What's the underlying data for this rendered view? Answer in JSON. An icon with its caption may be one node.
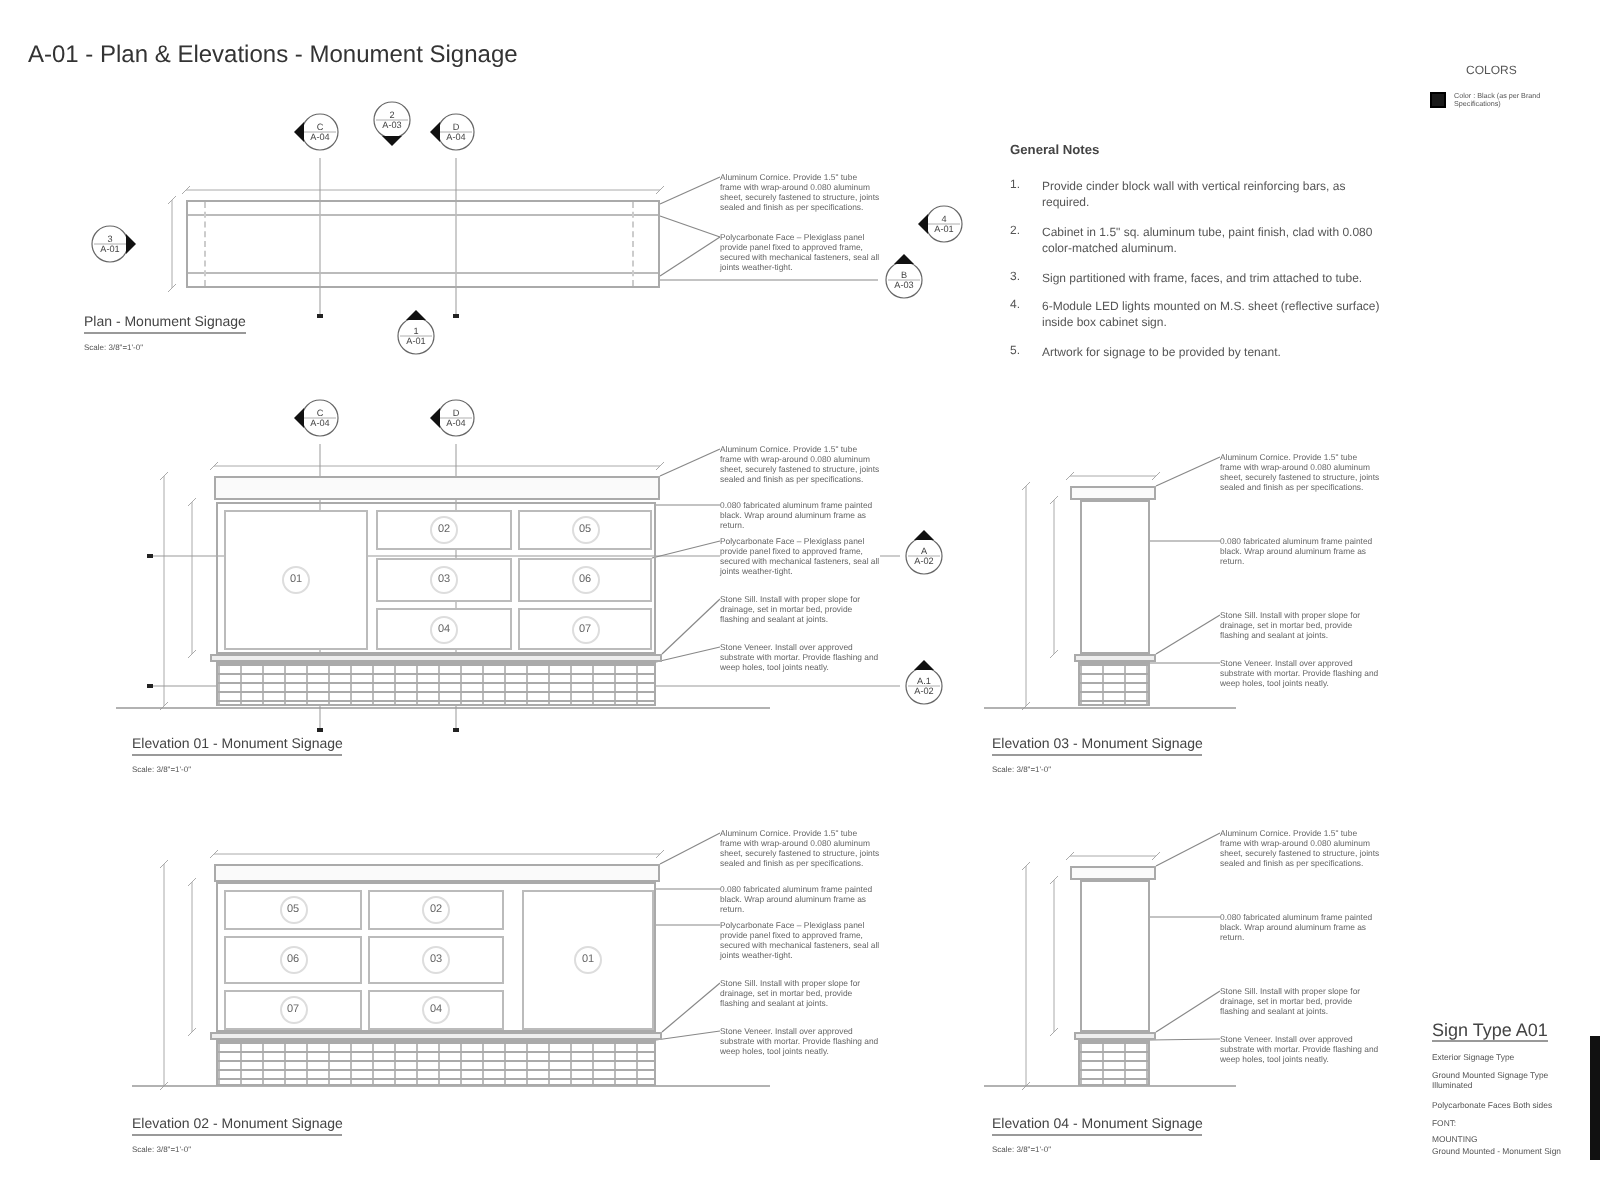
{
  "diagram": {
    "title": "A-01 - Plan & Elevations - Monument Signage",
    "nodes": [
      {
        "text": [],
        "shape": "box"
      },
      {
        "text": [
          "Aluminum Cornice. Provide 1.5\" tube frame with wrap-around 0.080 aluminum sheet, securely fastened to structure, joints sealed and finish as per specifications."
        ]
      },
      {
        "text": [
          "Polycarbonate Face – Plexiglass panel provide panel fixed to approved frame, secured with mechanical fasteners, seal all joints weather-tight."
        ]
      },
      {
        "text": [
          "C",
          "A-04"
        ]
      },
      {
        "text": [
          "2",
          "A-03"
        ]
      },
      {
        "text": [
          "D",
          "A-04"
        ]
      },
      {
        "text": [
          "3",
          "A-01"
        ]
      },
      {
        "text": [
          "4",
          "A-01"
        ]
      },
      {
        "text": [
          "B",
          "A-03"
        ]
      },
      {
        "text": [
          "1",
          "A-01"
        ]
      },
      {
        "text": [],
        "shape": "bar"
      },
      {
        "text": [],
        "shape": "box"
      },
      {
        "text": [
          "01"
        ],
        "in": 11
      },
      {
        "text": [
          "02"
        ],
        "in": 11
      },
      {
        "text": [
          "05"
        ],
        "in": 11
      },
      {
        "text": [
          "03"
        ],
        "in": 11
      },
      {
        "text": [
          "06"
        ],
        "in": 11
      },
      {
        "text": [
          "04"
        ],
        "in": 11
      },
      {
        "text": [
          "07"
        ],
        "in": 11
      },
      {
        "text": [],
        "shape": "bar"
      },
      {
        "text": [],
        "shape": "box"
      },
      {
        "text": [
          "Aluminum Cornice. Provide 1.5\" tube frame with wrap-around 0.080 aluminum sheet, securely fastened to structure, joints sealed and finish as per specifications."
        ]
      },
      {
        "text": [
          "0.080 fabricated aluminum frame painted black. Wrap around aluminum frame as return."
        ]
      },
      {
        "text": [
          "Polycarbonate Face – Plexiglass panel provide panel fixed to approved frame, secured with mechanical fasteners, seal all joints weather-tight."
        ]
      },
      {
        "text": [
          "Stone Sill. Install with proper slope for drainage, set in mortar bed, provide flashing and sealant at joints."
        ]
      },
      {
        "text": [
          "Stone Veneer. Install over approved substrate with mortar. Provide flashing and weep holes, tool joints neatly."
        ]
      },
      {
        "text": [
          "C",
          "A-04"
        ]
      },
      {
        "text": [
          "D",
          "A-04"
        ]
      },
      {
        "text": [
          "A",
          "A-02"
        ]
      },
      {
        "text": [
          "A.1",
          "A-02"
        ]
      },
      {
        "text": [],
        "shape": "bar"
      },
      {
        "text": [],
        "shape": "box"
      },
      {
        "text": [],
        "shape": "bar"
      },
      {
        "text": [],
        "shape": "box"
      },
      {
        "text": [
          "Aluminum Cornice. Provide 1.5\" tube frame with wrap-around 0.080 aluminum sheet, securely fastened to structure, joints sealed and finish as per specifications."
        ]
      },
      {
        "text": [
          "0.080 fabricated aluminum frame painted black. Wrap around aluminum frame as return."
        ]
      },
      {
        "text": [
          "Stone Sill. Install with proper slope for drainage, set in mortar bed, provide flashing and sealant at joints."
        ]
      },
      {
        "text": [
          "Stone Veneer. Install over approved substrate with mortar. Provide flashing and weep holes, tool joints neatly."
        ]
      },
      {
        "text": [],
        "shape": "bar"
      },
      {
        "text": [],
        "shape": "box"
      },
      {
        "text": [
          "05"
        ],
        "in": 39
      },
      {
        "text": [
          "02"
        ],
        "in": 39
      },
      {
        "text": [
          "06"
        ],
        "in": 39
      },
      {
        "text": [
          "03"
        ],
        "in": 39
      },
      {
        "text": [
          "07"
        ],
        "in": 39
      },
      {
        "text": [
          "04"
        ],
        "in": 39
      },
      {
        "text": [
          "01"
        ],
        "in": 39
      },
      {
        "text": [],
        "shape": "bar"
      },
      {
        "text": [],
        "shape": "box"
      },
      {
        "text": [
          "Aluminum Cornice. Provide 1.5\" tube frame with wrap-around 0.080 aluminum sheet, securely fastened to structure, joints sealed and finish as per specifications."
        ]
      },
      {
        "text": [
          "0.080 fabricated aluminum frame painted black. Wrap around aluminum frame as return."
        ]
      },
      {
        "text": [
          "Polycarbonate Face – Plexiglass panel provide panel fixed to approved frame, secured with mechanical fasteners, seal all joints weather-tight."
        ]
      },
      {
        "text": [
          "Stone Sill. Install with proper slope for drainage, set in mortar bed, provide flashing and sealant at joints."
        ]
      },
      {
        "text": [
          "Stone Veneer. Install over approved substrate with mortar. Provide flashing and weep holes, tool joints neatly."
        ]
      },
      {
        "text": [],
        "shape": "bar"
      },
      {
        "text": [],
        "shape": "box"
      },
      {
        "text": [],
        "shape": "bar"
      },
      {
        "text": [],
        "shape": "box"
      },
      {
        "text": [
          "Aluminum Cornice. Provide 1.5\" tube frame with wrap-around 0.080 aluminum sheet, securely fastened to structure, joints sealed and finish as per specifications."
        ]
      },
      {
        "text": [
          "0.080 fabricated aluminum frame painted black. Wrap around aluminum frame as return."
        ]
      },
      {
        "text": [
          "Stone Sill. Install with proper slope for drainage, set in mortar bed, provide flashing and sealant at joints."
        ]
      },
      {
        "text": [
          "Stone Veneer. Install over approved substrate with mortar. Provide flashing and weep holes, tool joints neatly."
        ]
      }
    ],
    "edges": [
      {
        "from": 1,
        "to": 0,
        "arrow": "none"
      },
      {
        "from": 2,
        "to": 0,
        "arrow": "none"
      },
      {
        "from": 2,
        "to": 0,
        "arrow": "none"
      },
      {
        "from": 21,
        "to": 10,
        "arrow": "none"
      },
      {
        "from": 22,
        "to": 11,
        "arrow": "none"
      },
      {
        "from": 23,
        "to": 16,
        "arrow": "none"
      },
      {
        "from": 24,
        "to": 19,
        "arrow": "none"
      },
      {
        "from": 25,
        "to": 20,
        "arrow": "none"
      },
      {
        "from": 34,
        "to": 30,
        "arrow": "none"
      },
      {
        "from": 35,
        "to": 31,
        "arrow": "none"
      },
      {
        "from": 36,
        "to": 32,
        "arrow": "none"
      },
      {
        "from": 37,
        "to": 33,
        "arrow": "none"
      },
      {
        "from": 49,
        "to": 38,
        "arrow": "none"
      },
      {
        "from": 50,
        "to": 39,
        "arrow": "none"
      },
      {
        "from": 51,
        "to": 46,
        "arrow": "none"
      },
      {
        "from": 52,
        "to": 47,
        "arrow": "none"
      },
      {
        "from": 53,
        "to": 48,
        "arrow": "none"
      },
      {
        "from": 58,
        "to": 54,
        "arrow": "none"
      },
      {
        "from": 59,
        "to": 55,
        "arrow": "none"
      },
      {
        "from": 60,
        "to": 56,
        "arrow": "none"
      },
      {
        "from": 61,
        "to": 57,
        "arrow": "none"
      },
      {
        "from": 8,
        "to": 0,
        "arrow": "none"
      }
    ],
    "labels": [
      "Plan - Monument Signage",
      "Scale: 3/8\"=1'-0\"",
      "Elevation 01 - Monument Signage",
      "Scale: 3/8\"=1'-0\"",
      "Elevation 03 - Monument Signage",
      "Scale: 3/8\"=1'-0\"",
      "Elevation 02 - Monument Signage",
      "Scale: 3/8\"=1'-0\"",
      "Elevation 04 - Monument Signage",
      "Scale: 3/8\"=1'-0\"",
      "COLORS",
      "General Notes",
      "1.",
      "Provide cinder block wall with vertical reinforcing bars, as required.",
      "2.",
      "Cabinet in 1.5\" sq. aluminum tube, paint finish, clad with 0.080 color-matched aluminum.",
      "3.",
      "Sign partitioned with frame, faces, and trim attached to tube.",
      "4.",
      "6-Module LED lights mounted on M.S. sheet (reflective surface) inside box cabinet sign.",
      "5.",
      "Artwork for signage to be provided by tenant.",
      "Sign Type  A01",
      "Exterior Signage Type",
      "Ground Mounted Signage Type Illuminated",
      "Polycarbonate Faces Both sides",
      "FONT:",
      "MOUNTING",
      "Ground Mounted - Monument Sign"
    ],
    "legend": [
      {
        "text": "Color : Black (as per Brand Specifications)",
        "color": "#1a1a1a"
      }
    ]
  }
}
